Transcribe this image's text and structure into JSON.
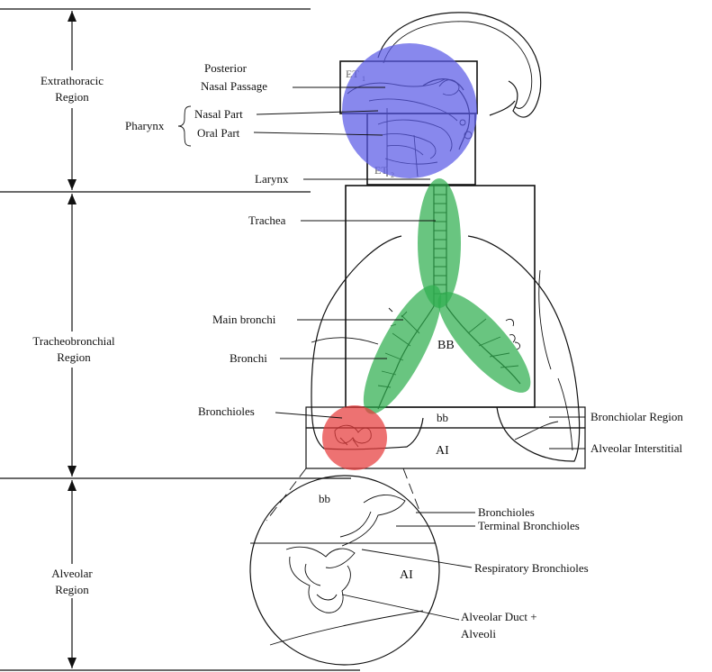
{
  "regions": {
    "extrathoracic": [
      "Extrathoracic",
      "Region"
    ],
    "tracheobronchial": [
      "Tracheobronchial",
      "Region"
    ],
    "alveolar": [
      "Alveolar",
      "Region"
    ]
  },
  "labels": {
    "posterior_nasal": [
      "Posterior",
      "Nasal Passage"
    ],
    "pharynx": "Pharynx",
    "nasal_part": "Nasal Part",
    "oral_part": "Oral Part",
    "larynx": "Larynx",
    "trachea": "Trachea",
    "main_bronchi": "Main bronchi",
    "bronchi": "Bronchi",
    "bronchioles": "Bronchioles",
    "bronchiolar_region": "Bronchiolar Region",
    "alveolar_interstitial": "Alveolar Interstitial",
    "inset_bronchioles": "Bronchioles",
    "terminal_bronchioles": "Terminal Bronchioles",
    "respiratory_bronchioles": "Respiratory Bronchioles",
    "alveolar_duct": [
      "Alveolar Duct +",
      "Alveoli"
    ]
  },
  "region_codes": {
    "et1": "ET",
    "et1_sub": "1",
    "et2": "ET",
    "et2_sub": "2",
    "bb_main": "BB",
    "bb_band": "bb",
    "ai_band": "AI",
    "bb_inset": "bb",
    "ai_inset": "AI"
  },
  "colors": {
    "extrathoracic_highlight": "#5a5ae6",
    "tracheobronchial_highlight": "#2fae4f",
    "bronchiolar_highlight": "#e63c3c"
  }
}
